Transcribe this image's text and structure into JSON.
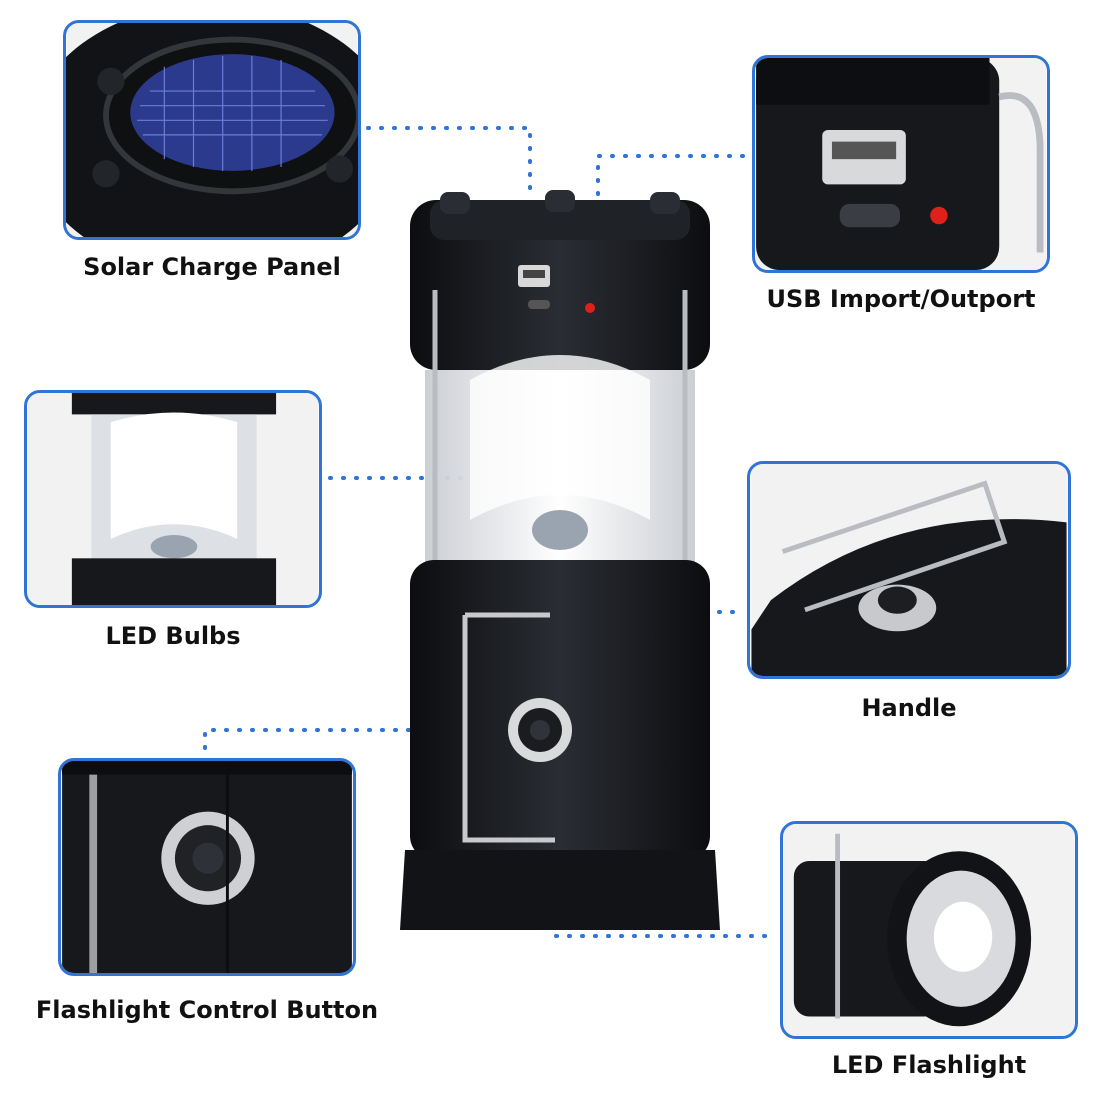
{
  "labels": {
    "solar": "Solar Charge Panel",
    "usb": "USB Import/Outport",
    "led_bulbs": "LED Bulbs",
    "handle": "Handle",
    "flashlight_button": "Flashlight Control Button",
    "led_flashlight": "LED Flashlight"
  },
  "colors": {
    "accent": "#2f74d6",
    "lantern_body": "#16181c",
    "indicator": "#e0201a"
  }
}
